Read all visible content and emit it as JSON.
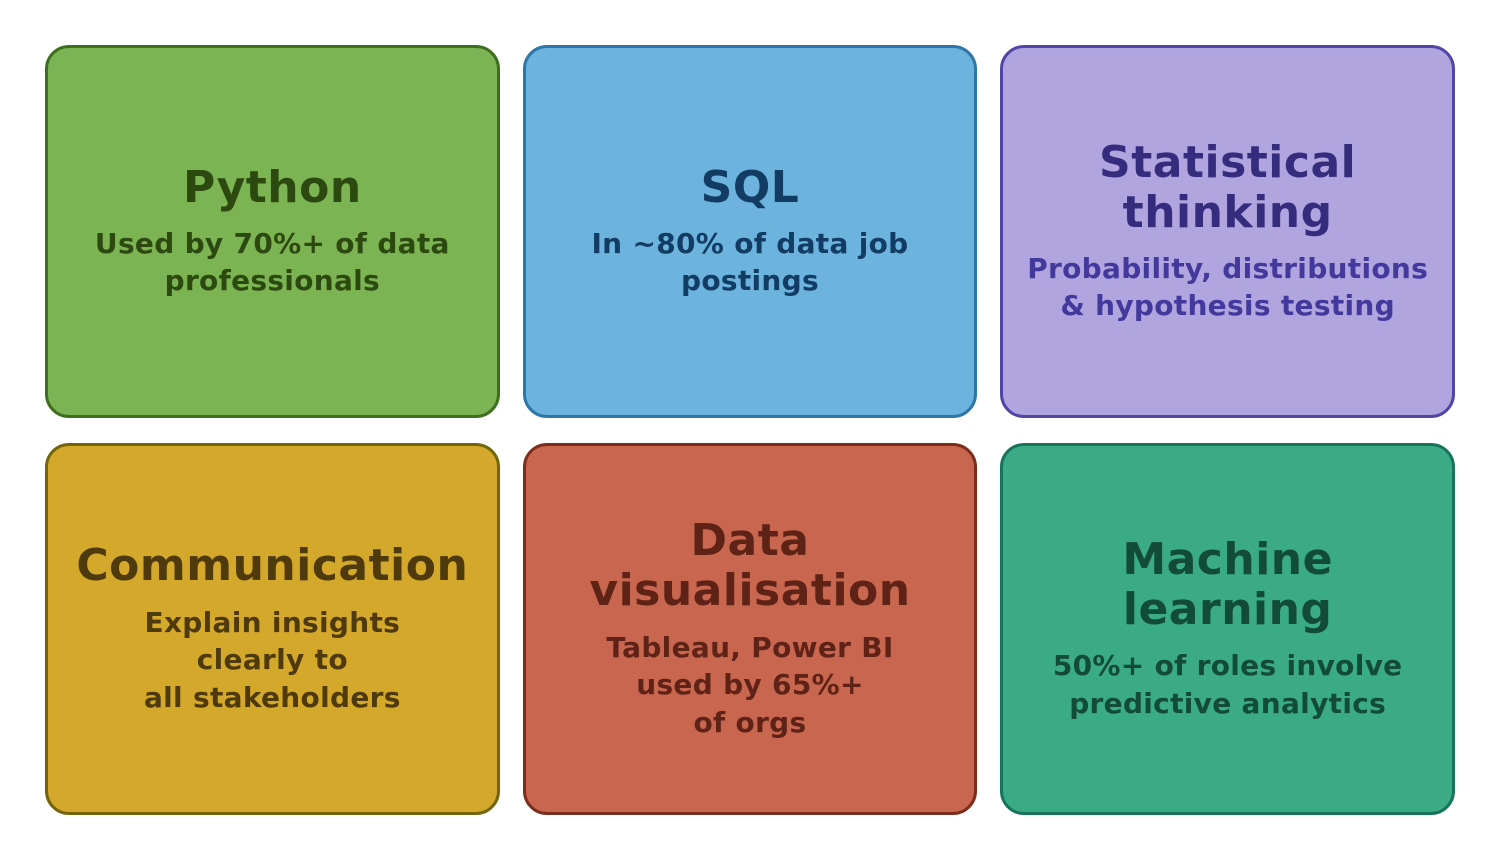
{
  "page": {
    "background": "#ffffff",
    "description": "Six-tile skills infographic, 3 columns x 2 rows"
  },
  "cards": [
    {
      "id": "python",
      "title": "Python",
      "subtitle": "Used by 70%+ of data\nprofessionals",
      "bg": "#7cb454",
      "border": "#3f6e1e",
      "title_color": "#2c4a10",
      "subtitle_color": "#2c4a10"
    },
    {
      "id": "sql",
      "title": "SQL",
      "subtitle": "In ~80% of data job\npostings",
      "bg": "#6cb3de",
      "border": "#2e76a8",
      "title_color": "#123c64",
      "subtitle_color": "#123c64"
    },
    {
      "id": "statistical-thinking",
      "title": "Statistical\nthinking",
      "subtitle": "Probability, distributions\n& hypothesis testing",
      "bg": "#b0a5df",
      "border": "#5146a5",
      "title_color": "#362c7e",
      "subtitle_color": "#43389b"
    },
    {
      "id": "communication",
      "title": "Communication",
      "subtitle": "Explain insights\nclearly to\nall stakeholders",
      "bg": "#d4a92b",
      "border": "#73650b",
      "title_color": "#4e3a0d",
      "subtitle_color": "#4e3a0d"
    },
    {
      "id": "data-visualisation",
      "title": "Data\nvisualisation",
      "subtitle": "Tableau, Power BI\nused by 65%+\nof orgs",
      "bg": "#c9664f",
      "border": "#7c2d1c",
      "title_color": "#5e2316",
      "subtitle_color": "#5e2316"
    },
    {
      "id": "machine-learning",
      "title": "Machine learning",
      "subtitle": "50%+ of roles involve\npredictive analytics",
      "bg": "#3bab85",
      "border": "#16745a",
      "title_color": "#124b38",
      "subtitle_color": "#124b38"
    }
  ]
}
